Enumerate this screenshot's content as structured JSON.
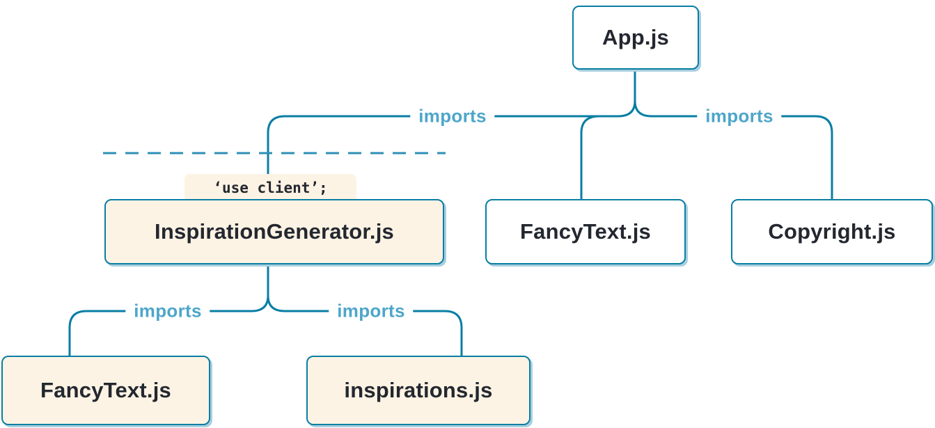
{
  "diagram": {
    "type": "module-dependency-tree",
    "nodes": {
      "app": {
        "label": "App.js",
        "kind": "server"
      },
      "inspiration_generator": {
        "label": "InspirationGenerator.js",
        "kind": "client",
        "directive": "‘use client’;"
      },
      "fancy_text_top": {
        "label": "FancyText.js",
        "kind": "server"
      },
      "copyright": {
        "label": "Copyright.js",
        "kind": "server"
      },
      "fancy_text_bottom": {
        "label": "FancyText.js",
        "kind": "client"
      },
      "inspirations": {
        "label": "inspirations.js",
        "kind": "client"
      }
    },
    "edge_labels": {
      "top_left": "imports",
      "top_right": "imports",
      "bottom_left": "imports",
      "bottom_right": "imports"
    }
  },
  "colors": {
    "line": "#087ea4",
    "line_soft": "#2e8fb6",
    "imports": "#4da6c9",
    "text": "#23272f",
    "client_bg": "#fdf3e4",
    "server_bg": "#ffffff",
    "shadow": "#a9cfdf"
  }
}
